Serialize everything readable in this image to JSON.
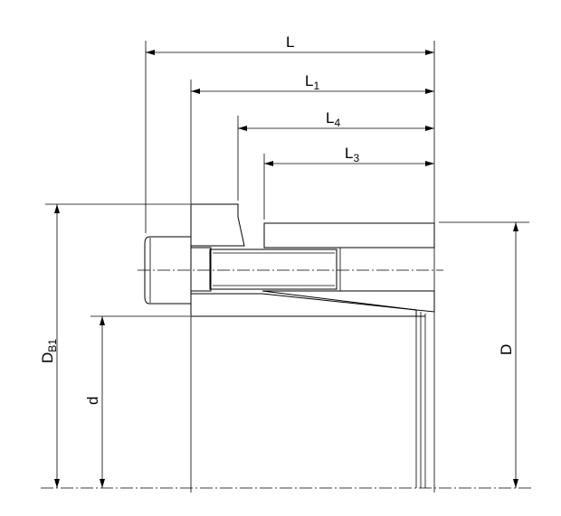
{
  "dimensions": {
    "L": {
      "main": "L",
      "sub": ""
    },
    "L1": {
      "main": "L",
      "sub": "1"
    },
    "L4": {
      "main": "L",
      "sub": "4"
    },
    "L3": {
      "main": "L",
      "sub": "3"
    },
    "DB1": {
      "main": "D",
      "sub": "B1"
    },
    "D": {
      "main": "D",
      "sub": ""
    },
    "d": {
      "main": "d",
      "sub": ""
    }
  },
  "colors": {
    "line": "#000000",
    "background": "#ffffff"
  }
}
